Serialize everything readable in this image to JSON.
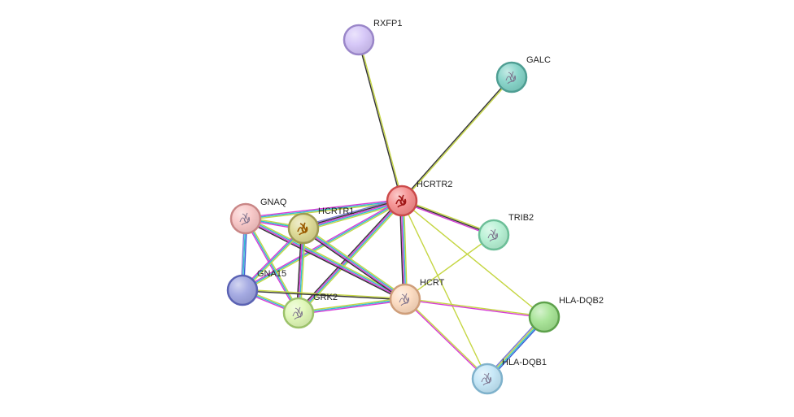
{
  "nodes": [
    {
      "id": "RXFP1",
      "label": "RXFP1",
      "fill": "#d2c2f7",
      "stroke": "#9a86c9",
      "icon": "none"
    },
    {
      "id": "GALC",
      "label": "GALC",
      "fill": "#80d2c6",
      "stroke": "#4e9e93",
      "icon": "protein-structure-icon"
    },
    {
      "id": "HCRTR2",
      "label": "HCRTR2",
      "fill": "#f58b8b",
      "stroke": "#cc4a4a",
      "icon": "protein-structure-icon"
    },
    {
      "id": "TRIB2",
      "label": "TRIB2",
      "fill": "#b3f0d2",
      "stroke": "#6cbf98",
      "icon": "protein-structure-icon"
    },
    {
      "id": "GNAQ",
      "label": "GNAQ",
      "fill": "#f7c3c3",
      "stroke": "#c98686",
      "icon": "protein-structure-icon"
    },
    {
      "id": "HCRTR1",
      "label": "HCRTR1",
      "fill": "#dcd890",
      "stroke": "#9e9a52",
      "icon": "protein-structure-icon"
    },
    {
      "id": "GNA15",
      "label": "GNA15",
      "fill": "#9da3e0",
      "stroke": "#5a62b3",
      "icon": "none"
    },
    {
      "id": "GRK2",
      "label": "GRK2",
      "fill": "#def7b3",
      "stroke": "#9cc26a",
      "icon": "protein-structure-icon"
    },
    {
      "id": "HCRT",
      "label": "HCRT",
      "fill": "#fcd9bd",
      "stroke": "#cf9e7a",
      "icon": "protein-structure-icon"
    },
    {
      "id": "HLA-DQB2",
      "label": "HLA-DQB2",
      "fill": "#a2e290",
      "stroke": "#5da14b",
      "icon": "none"
    },
    {
      "id": "HLA-DQB1",
      "label": "HLA-DQB1",
      "fill": "#c2e6f7",
      "stroke": "#7fb2cc",
      "icon": "protein-structure-icon"
    }
  ],
  "edge_colors": {
    "text_mining": "#c5d643",
    "coexpression": "#333333",
    "experimental": "#d63ad6",
    "database": "#2fbfcf",
    "gene_fusion": "#3b5bd6",
    "homology": "#7a7ad6"
  },
  "edges": [
    {
      "source": "RXFP1",
      "target": "HCRTR2",
      "types": [
        "text_mining",
        "coexpression"
      ]
    },
    {
      "source": "GALC",
      "target": "HCRTR2",
      "types": [
        "text_mining",
        "coexpression"
      ]
    },
    {
      "source": "HCRTR2",
      "target": "TRIB2",
      "types": [
        "text_mining",
        "coexpression",
        "experimental"
      ]
    },
    {
      "source": "HCRTR2",
      "target": "GNAQ",
      "types": [
        "text_mining",
        "database",
        "experimental"
      ]
    },
    {
      "source": "HCRTR2",
      "target": "HCRTR1",
      "types": [
        "text_mining",
        "database",
        "experimental",
        "coexpression",
        "homology"
      ]
    },
    {
      "source": "HCRTR2",
      "target": "GNA15",
      "types": [
        "text_mining",
        "database",
        "experimental"
      ]
    },
    {
      "source": "HCRTR2",
      "target": "GRK2",
      "types": [
        "text_mining",
        "database",
        "experimental",
        "coexpression"
      ]
    },
    {
      "source": "HCRTR2",
      "target": "HCRT",
      "types": [
        "text_mining",
        "database",
        "experimental",
        "coexpression"
      ]
    },
    {
      "source": "HCRTR2",
      "target": "HLA-DQB2",
      "types": [
        "text_mining"
      ]
    },
    {
      "source": "HCRTR2",
      "target": "HLA-DQB1",
      "types": [
        "text_mining"
      ]
    },
    {
      "source": "TRIB2",
      "target": "HCRT",
      "types": [
        "text_mining"
      ]
    },
    {
      "source": "GNAQ",
      "target": "HCRTR1",
      "types": [
        "text_mining",
        "database",
        "experimental"
      ]
    },
    {
      "source": "GNAQ",
      "target": "GNA15",
      "types": [
        "gene_fusion",
        "database",
        "homology"
      ]
    },
    {
      "source": "GNAQ",
      "target": "GRK2",
      "types": [
        "text_mining",
        "database",
        "experimental"
      ]
    },
    {
      "source": "GNAQ",
      "target": "HCRT",
      "types": [
        "text_mining",
        "database",
        "experimental",
        "coexpression"
      ]
    },
    {
      "source": "HCRTR1",
      "target": "GNA15",
      "types": [
        "text_mining",
        "database",
        "experimental"
      ]
    },
    {
      "source": "HCRTR1",
      "target": "GRK2",
      "types": [
        "text_mining",
        "database",
        "experimental",
        "coexpression"
      ]
    },
    {
      "source": "HCRTR1",
      "target": "HCRT",
      "types": [
        "text_mining",
        "database",
        "experimental",
        "coexpression"
      ]
    },
    {
      "source": "GNA15",
      "target": "GRK2",
      "types": [
        "text_mining",
        "database",
        "experimental"
      ]
    },
    {
      "source": "GNA15",
      "target": "HCRT",
      "types": [
        "text_mining",
        "coexpression"
      ]
    },
    {
      "source": "GRK2",
      "target": "HCRT",
      "types": [
        "text_mining",
        "database",
        "experimental"
      ]
    },
    {
      "source": "HCRT",
      "target": "HLA-DQB2",
      "types": [
        "text_mining",
        "experimental"
      ]
    },
    {
      "source": "HCRT",
      "target": "HLA-DQB1",
      "types": [
        "text_mining",
        "experimental"
      ]
    },
    {
      "source": "HLA-DQB2",
      "target": "HLA-DQB1",
      "types": [
        "gene_fusion",
        "database",
        "text_mining",
        "homology"
      ]
    }
  ]
}
